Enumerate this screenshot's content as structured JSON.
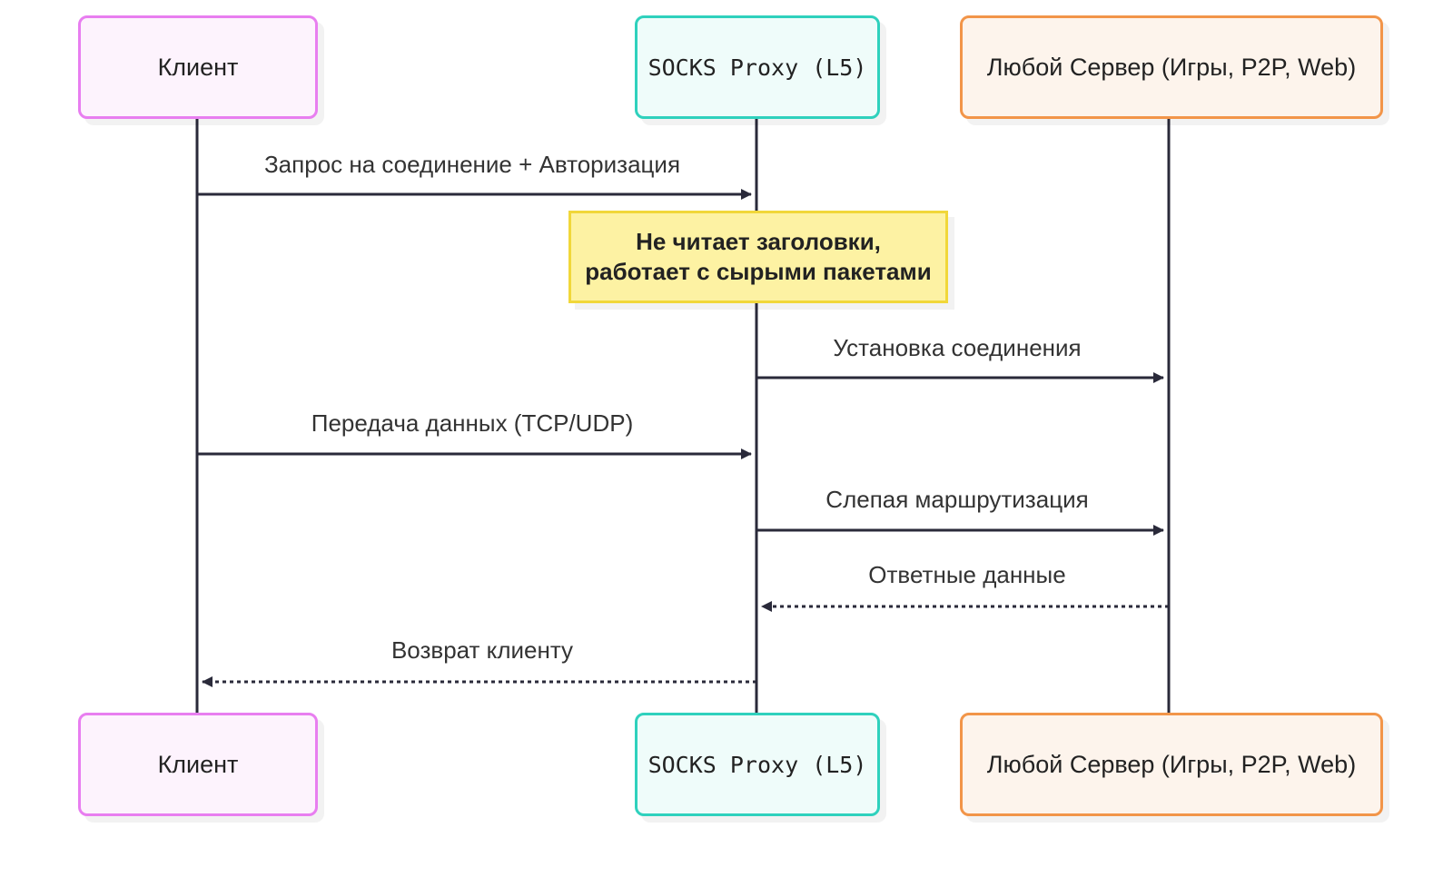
{
  "participants": {
    "client": "Клиент",
    "proxy": "SOCKS Proxy (L5)",
    "server": "Любой Сервер (Игры, P2P, Web)"
  },
  "note": {
    "line1": "Не читает заголовки,",
    "line2": "работает с сырыми пакетами"
  },
  "messages": [
    {
      "from": "client",
      "to": "proxy",
      "label": "Запрос на соединение + Авторизация",
      "style": "solid"
    },
    {
      "from": "proxy",
      "to": "server",
      "label": "Установка соединения",
      "style": "solid"
    },
    {
      "from": "client",
      "to": "proxy",
      "label": "Передача данных (TCP/UDP)",
      "style": "solid"
    },
    {
      "from": "proxy",
      "to": "server",
      "label": "Слепая маршрутизация",
      "style": "solid"
    },
    {
      "from": "server",
      "to": "proxy",
      "label": "Ответные данные",
      "style": "dashed"
    },
    {
      "from": "proxy",
      "to": "client",
      "label": "Возврат клиенту",
      "style": "dashed"
    }
  ],
  "colors": {
    "line": "#2a2a3a",
    "client_border": "#e87ef0",
    "proxy_border": "#2fd1bd",
    "server_border": "#f29549",
    "note_fill": "#fdf2a3",
    "note_border": "#f1d73a"
  }
}
